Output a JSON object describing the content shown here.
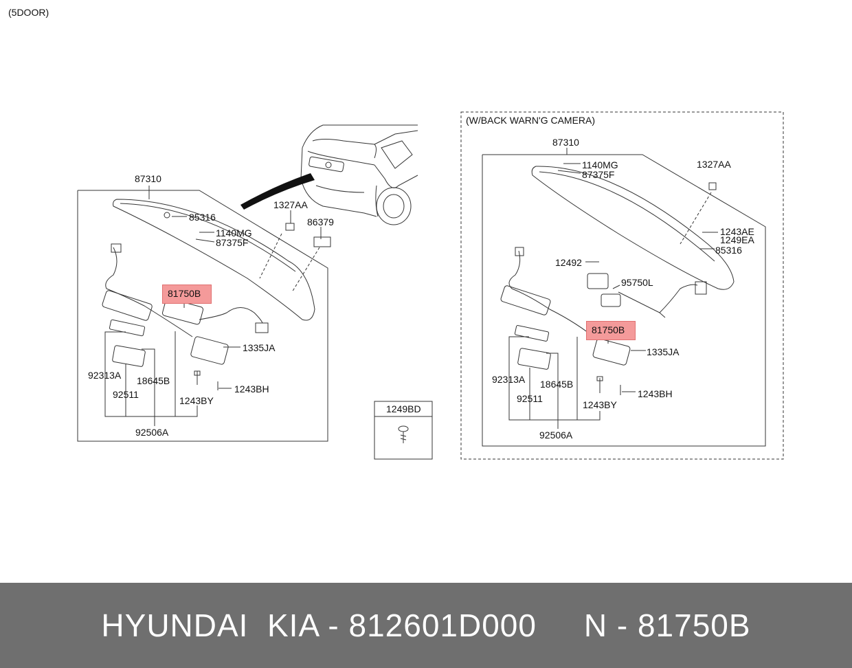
{
  "header": {
    "variant_label": "(5DOOR)"
  },
  "left_panel": {
    "labels": {
      "p87310": "87310",
      "p1327aa": "1327AA",
      "p86379": "86379",
      "p85316": "85316",
      "p1140mg": "1140MG",
      "p87375f": "87375F",
      "p81750b": "81750B",
      "p1335ja": "1335JA",
      "p92313a": "92313A",
      "p18645b": "18645B",
      "p92511": "92511",
      "p1243by": "1243BY",
      "p1243bh": "1243BH",
      "p92506a": "92506A"
    }
  },
  "screw_box": {
    "label": "1249BD"
  },
  "right_panel": {
    "title": "(W/BACK WARN'G CAMERA)",
    "labels": {
      "p87310": "87310",
      "p1140mg": "1140MG",
      "p87375f": "87375F",
      "p1327aa": "1327AA",
      "p1243ae": "1243AE",
      "p1249ea": "1249EA",
      "p85316": "85316",
      "p12492": "12492",
      "p95750l": "95750L",
      "p81750b": "81750B",
      "p1335ja": "1335JA",
      "p92313a": "92313A",
      "p18645b": "18645B",
      "p92511": "92511",
      "p1243by": "1243BY",
      "p1243bh": "1243BH",
      "p92506a": "92506A"
    }
  },
  "footer": {
    "text": "HYUNDAI  KIA - 812601D000     N - 81750B"
  },
  "colors": {
    "highlight": "#f49a9a",
    "footer_bg": "#6f6f6f",
    "footer_text": "#ffffff",
    "line": "#333333"
  }
}
